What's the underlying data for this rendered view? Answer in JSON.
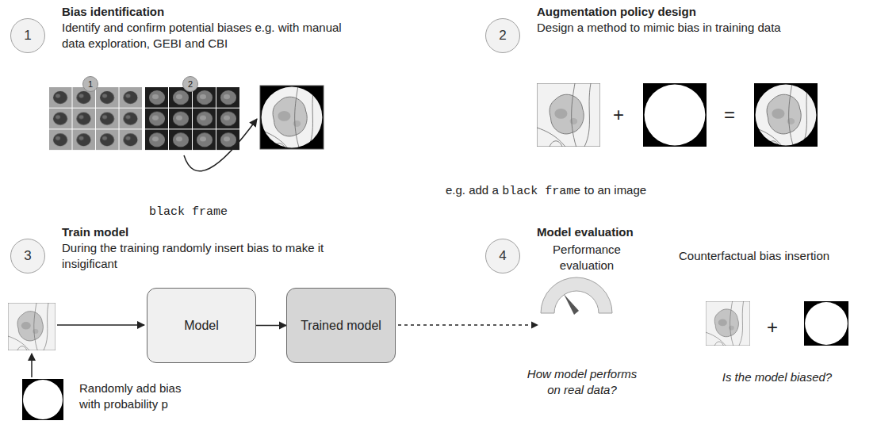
{
  "diagram": {
    "nodes": [
      {
        "text": [
          "1"
        ]
      },
      {
        "text": [
          "1"
        ]
      },
      {
        "text": [
          "2"
        ]
      },
      {
        "text": [
          "2"
        ]
      },
      {
        "text": [
          "3"
        ]
      },
      {
        "text": [
          "Model"
        ]
      },
      {
        "text": [
          "Trained model"
        ]
      },
      {
        "text": [
          "4"
        ]
      }
    ],
    "edges": [
      {
        "from": 5,
        "to": 6,
        "arrow": "to"
      }
    ],
    "labels": [
      "Bias identification",
      "Identify and confirm potential biases e.g. with manual data exploration, GEBI and CBI",
      "black frame",
      "Augmentation policy design",
      "Design a method to mimic bias in training data",
      "+",
      "=",
      "e.g. add a",
      "black frame",
      "to an image",
      "Train model",
      "During the training randomly insert bias to make it insigificant",
      "Randomly add bias with probability p",
      "Model evaluation",
      "Performance evaluation",
      "Counterfactual bias insertion",
      "How model performs on real data?",
      "+",
      "Is the model biased?"
    ]
  }
}
